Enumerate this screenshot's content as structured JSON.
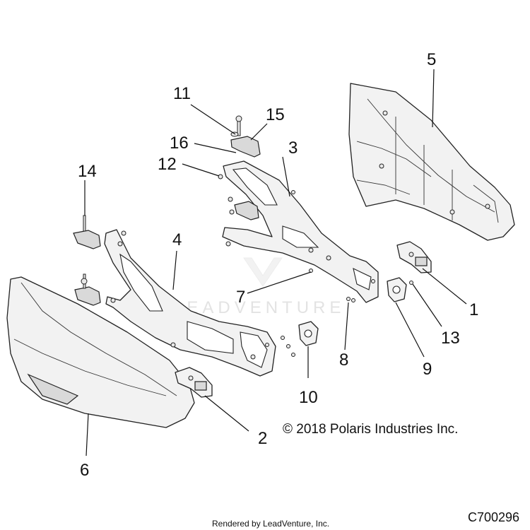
{
  "callouts": [
    {
      "id": "1",
      "label": "1"
    },
    {
      "id": "2",
      "label": "2"
    },
    {
      "id": "3",
      "label": "3"
    },
    {
      "id": "4",
      "label": "4"
    },
    {
      "id": "5",
      "label": "5"
    },
    {
      "id": "6",
      "label": "6"
    },
    {
      "id": "7",
      "label": "7"
    },
    {
      "id": "8",
      "label": "8"
    },
    {
      "id": "9",
      "label": "9"
    },
    {
      "id": "10",
      "label": "10"
    },
    {
      "id": "11",
      "label": "11"
    },
    {
      "id": "12",
      "label": "12"
    },
    {
      "id": "13",
      "label": "13"
    },
    {
      "id": "14",
      "label": "14"
    },
    {
      "id": "15",
      "label": "15"
    },
    {
      "id": "16",
      "label": "16"
    }
  ],
  "watermark": "LEADVENTURE",
  "copyright": "© 2018 Polaris Industries Inc.",
  "rendered_by": "Rendered by LeadVenture, Inc.",
  "diagram_code": "C700296"
}
